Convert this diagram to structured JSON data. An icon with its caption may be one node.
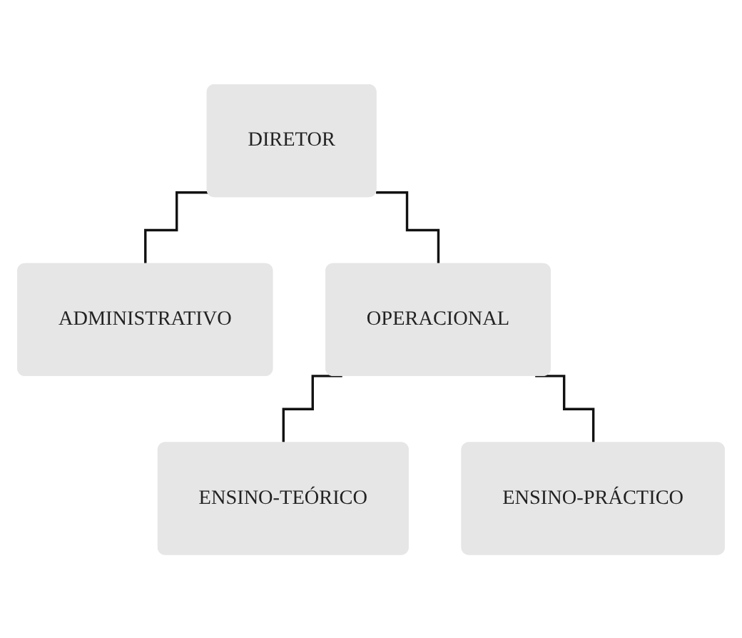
{
  "diagram": {
    "nodes": [
      {
        "text": [
          "DIRETOR"
        ]
      },
      {
        "text": [
          "ADMINISTRATIVO"
        ]
      },
      {
        "text": [
          "OPERACIONAL"
        ]
      },
      {
        "text": [
          "ENSINO-TEÓRICO"
        ]
      },
      {
        "text": [
          "ENSINO-PRÁCTICO"
        ]
      }
    ],
    "edges": [
      {
        "from": 0,
        "to": 1,
        "arrow": "none"
      },
      {
        "from": 0,
        "to": 2,
        "arrow": "none"
      },
      {
        "from": 2,
        "to": 3,
        "arrow": "none"
      },
      {
        "from": 2,
        "to": 4,
        "arrow": "none"
      }
    ]
  }
}
